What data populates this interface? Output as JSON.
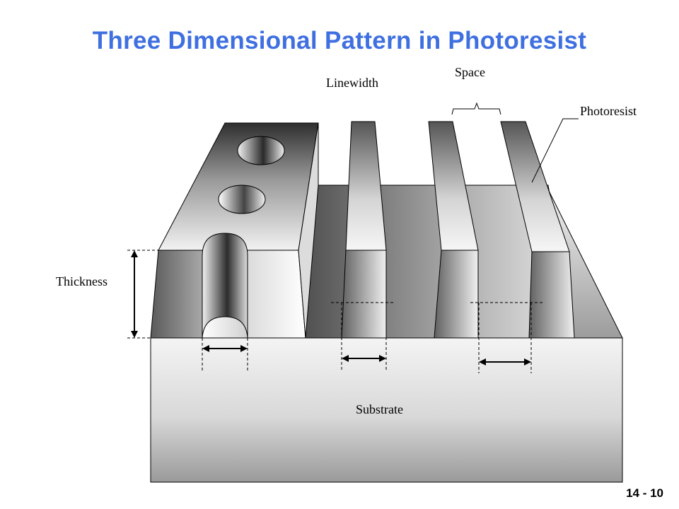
{
  "title": "Three Dimensional Pattern in Photoresist",
  "page_number": "14 - 10",
  "labels": {
    "linewidth": "Linewidth",
    "space": "Space",
    "photoresist": "Photoresist",
    "thickness": "Thickness",
    "substrate": "Substrate"
  },
  "colors": {
    "title": "#3f6fe0"
  }
}
